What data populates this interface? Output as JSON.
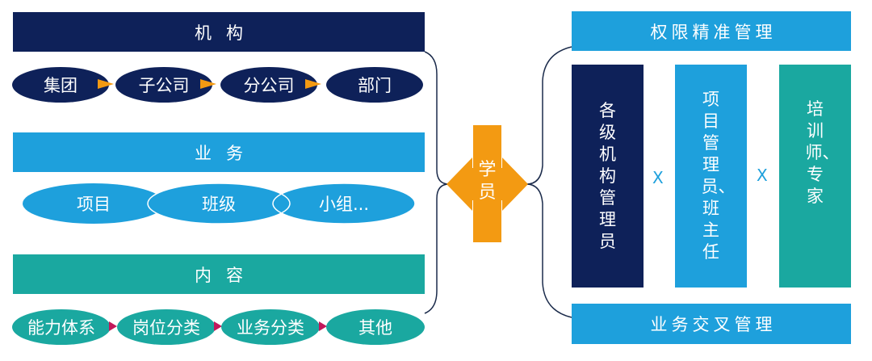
{
  "left": {
    "org": {
      "header": "机构",
      "items": [
        "集团",
        "子公司",
        "分公司",
        "部门"
      ]
    },
    "business": {
      "header": "业务",
      "items": [
        "项目",
        "班级",
        "小组..."
      ]
    },
    "content": {
      "header": "内容",
      "items": [
        "能力体系",
        "岗位分类",
        "业务分类",
        "其他"
      ]
    }
  },
  "center": {
    "label": "学员"
  },
  "right": {
    "top_header": "权限精准管理",
    "bottom_header": "业务交叉管理",
    "roles": [
      {
        "label": "各级机构管理员"
      },
      {
        "label": "项目管理员、班主任"
      },
      {
        "label": "培训师、专家"
      }
    ],
    "separator": "X"
  },
  "colors": {
    "navy": "#0e2159",
    "blue": "#1ea0dc",
    "teal": "#1aa8a0",
    "orange": "#f39a12"
  }
}
